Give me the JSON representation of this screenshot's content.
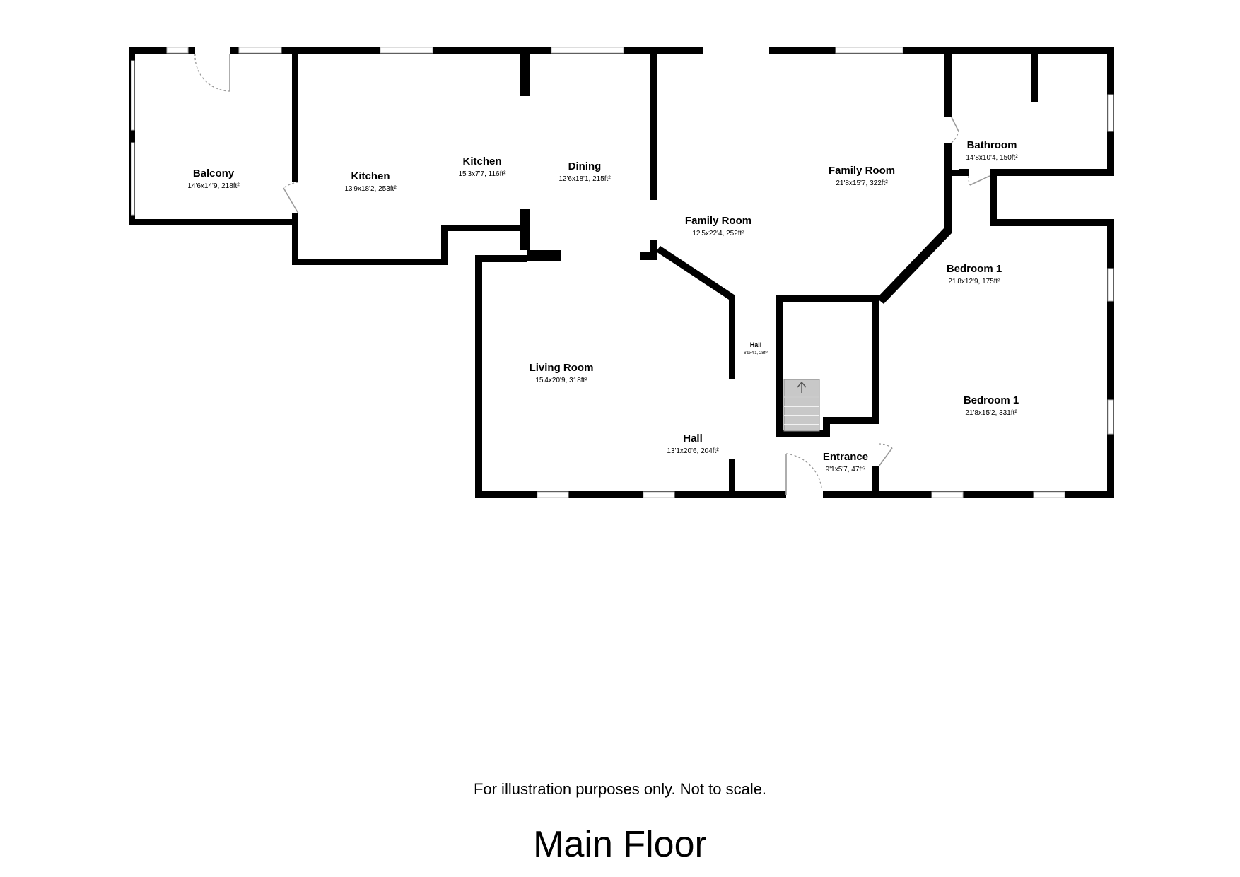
{
  "floor_title": "Main Floor",
  "disclaimer": "For illustration purposes only. Not to scale.",
  "rooms": {
    "balcony": {
      "name": "Balcony",
      "dims": "14'6x14'9, 218ft²"
    },
    "kitchen_main": {
      "name": "Kitchen",
      "dims": "13'9x18'2, 253ft²"
    },
    "kitchen_annex": {
      "name": "Kitchen",
      "dims": "15'3x7'7, 116ft²"
    },
    "dining": {
      "name": "Dining",
      "dims": "12'6x18'1, 215ft²"
    },
    "family_room_center": {
      "name": "Family Room",
      "dims": "12'5x22'4, 252ft²"
    },
    "family_room_east": {
      "name": "Family Room",
      "dims": "21'8x15'7, 322ft²"
    },
    "bathroom": {
      "name": "Bathroom",
      "dims": "14'8x10'4, 150ft²"
    },
    "bedroom_north": {
      "name": "Bedroom 1",
      "dims": "21'8x12'9, 175ft²"
    },
    "bedroom_south": {
      "name": "Bedroom 1",
      "dims": "21'8x15'2, 331ft²"
    },
    "living_room": {
      "name": "Living Room",
      "dims": "15'4x20'9, 318ft²"
    },
    "hall_main": {
      "name": "Hall",
      "dims": "13'1x20'6, 204ft²"
    },
    "hall_small": {
      "name": "Hall",
      "dims": "6'9x4'1, 28ft²"
    },
    "entrance": {
      "name": "Entrance",
      "dims": "9'1x5'7, 47ft²"
    }
  },
  "staircase": {
    "icon": "arrow-up-icon",
    "fill": "#c8c8c8"
  }
}
